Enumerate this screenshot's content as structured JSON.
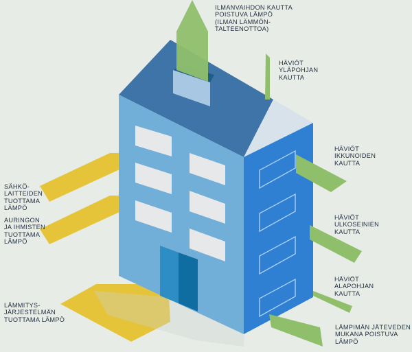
{
  "colors": {
    "background": "#e8ece6",
    "loss_arrow_green": "#8fbf6b",
    "gain_arrow_yellow": "#e6c43a",
    "roof_dark_blue": "#3f74a8",
    "roof_light_side": "#d7e2ea",
    "front_wall_blue": "#71afd8",
    "side_wall_blue": "#2f7fd3",
    "window_fill": "#e6e8ea",
    "door_light": "#2e8dc5",
    "door_dark": "#0f6da2",
    "label_text": "#233042"
  },
  "labels": {
    "ventilation": [
      "ILMANVAIHDON KAUTTA",
      "POISTUVA LÄMPÖ",
      "(ILMAN LÄMMÖN-",
      "TALTEENOTTOA)"
    ],
    "roof_loss": [
      "HÄVIÖT",
      "YLÄPOHJAN",
      "KAUTTA"
    ],
    "window_loss": [
      "HÄVIÖT",
      "IKKUNOIDEN",
      "KAUTTA"
    ],
    "wall_loss": [
      "HÄVIÖT",
      "ULKOSEINIEN",
      "KAUTTA"
    ],
    "floor_loss": [
      "HÄVIÖT",
      "ALAPOHJAN",
      "KAUTTA"
    ],
    "wastewater_loss": [
      "LÄMPIMÄN JÄTEVEDEN",
      "MUKANA POISTUVA",
      "LÄMPÖ"
    ],
    "appliance_gain": [
      "SÄHKÖ-",
      "LAITTEIDEN",
      "TUOTTAMA",
      "LÄMPÖ"
    ],
    "people_sun_gain": [
      "AURINGON",
      "JA IHMISTEN",
      "TUOTTAMA",
      "LÄMPÖ"
    ],
    "heating_gain": [
      "LÄMMITYS-",
      "JÄRJESTELMÄN",
      "TUOTTAMA LÄMPÖ"
    ]
  }
}
